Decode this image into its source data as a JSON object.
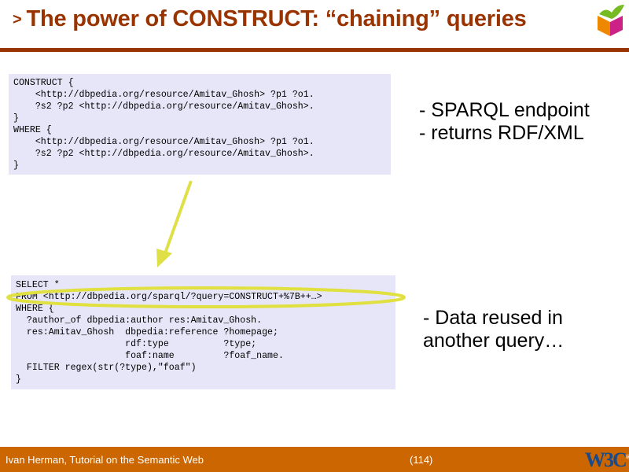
{
  "slide": {
    "title_marker": ">",
    "title": "The power of CONSTRUCT: “chaining” queries",
    "logo_icon": "semantic-web-cube-icon"
  },
  "construct_query": {
    "code": "CONSTRUCT {\n    <http://dbpedia.org/resource/Amitav_Ghosh> ?p1 ?o1.\n    ?s2 ?p2 <http://dbpedia.org/resource/Amitav_Ghosh>.\n}\nWHERE {\n    <http://dbpedia.org/resource/Amitav_Ghosh> ?p1 ?o1.\n    ?s2 ?p2 <http://dbpedia.org/resource/Amitav_Ghosh>.\n}"
  },
  "select_query": {
    "code": "SELECT *\nFROM <http://dbpedia.org/sparql/?query=CONSTRUCT+%7B++…>\nWHERE {\n  ?author_of dbpedia:author res:Amitav_Ghosh.\n  res:Amitav_Ghosh  dbpedia:reference ?homepage;\n                    rdf:type          ?type;\n                    foaf:name         ?foaf_name.\n  FILTER regex(str(?type),\"foaf\")\n}"
  },
  "notes": {
    "endpoint": "- SPARQL endpoint\n- returns RDF/XML",
    "reuse": "- Data reused in\nanother query…"
  },
  "footer": {
    "author": "Ivan Herman, Tutorial on the Semantic Web",
    "page": "(114)",
    "logo": "W3C",
    "logo_mark": "®"
  },
  "colors": {
    "title": "#993300",
    "footer": "#cc6600",
    "code_bg": "#e6e6f8",
    "highlight": "#e0e040"
  }
}
